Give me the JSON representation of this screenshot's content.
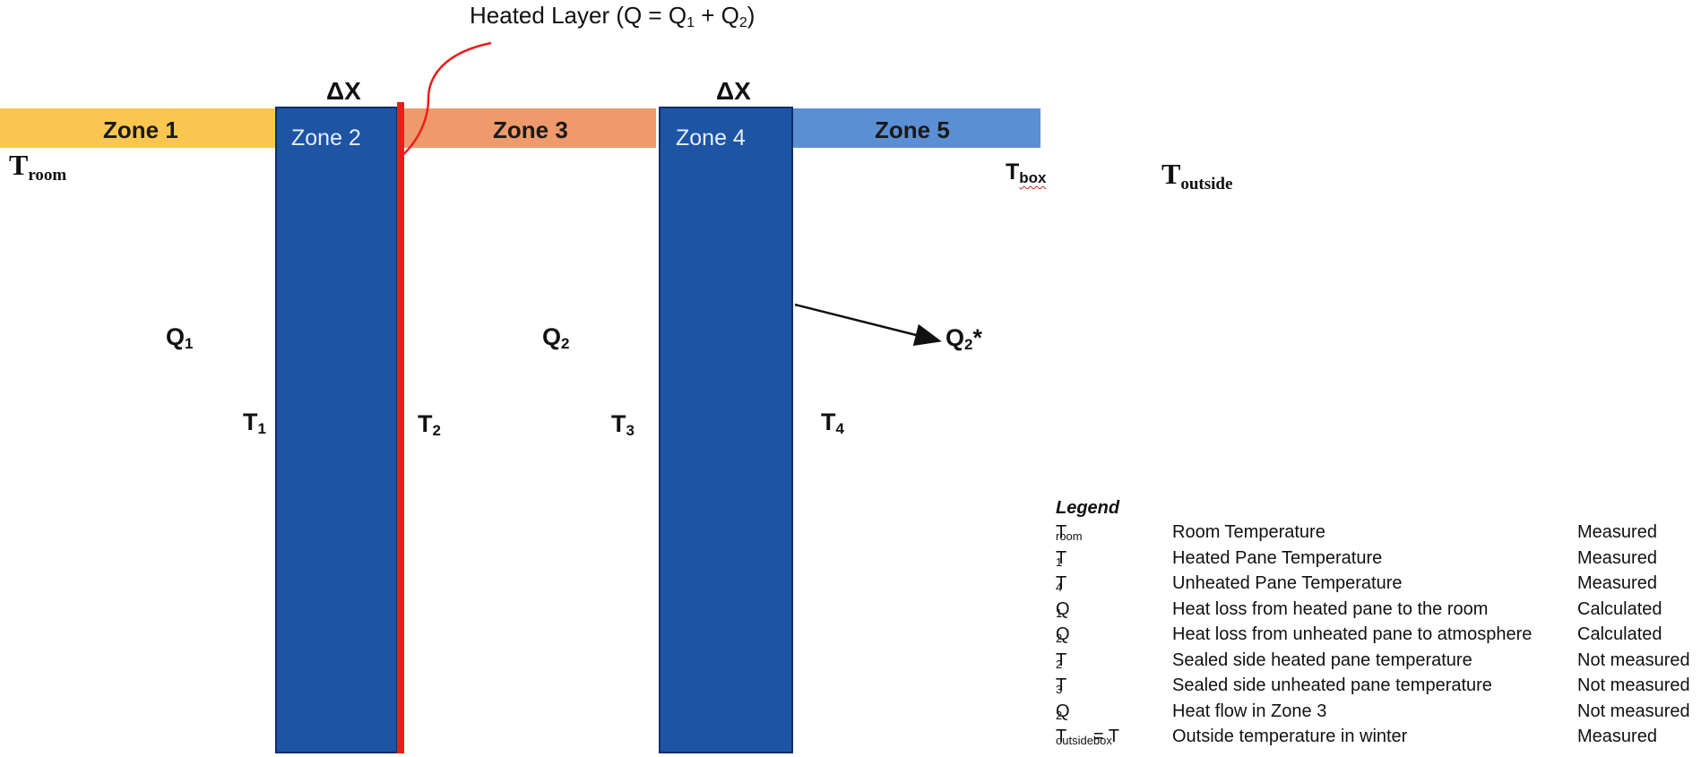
{
  "title": {
    "prefix": "Heated Layer (Q = Q",
    "sub1": "1",
    "mid": " + Q",
    "sub2": "2",
    "suffix": ")"
  },
  "zones": [
    {
      "label": "Zone 1",
      "color": "#f9c74f"
    },
    {
      "label": "Zone 2",
      "color": "#1e54a4"
    },
    {
      "label": "Zone 3",
      "color": "#ef9a6c"
    },
    {
      "label": "Zone 4",
      "color": "#1e54a4"
    },
    {
      "label": "Zone 5",
      "color": "#5b8fd3"
    }
  ],
  "delta_x": "ΔX",
  "heated_layer_color": "#ee1c1c",
  "labels": {
    "troom": {
      "main": "T",
      "sub": "room"
    },
    "tbox": {
      "main": "T",
      "sub": "box"
    },
    "toutside": {
      "main": "T",
      "sub": "outside"
    },
    "q1": {
      "main": "Q",
      "sub": "1"
    },
    "q2": {
      "main": "Q",
      "sub": "2"
    },
    "q2star": {
      "main": "Q",
      "sub": "2",
      "suffix": "*"
    },
    "t1": {
      "main": "T",
      "sub": "1"
    },
    "t2": {
      "main": "T",
      "sub": "2"
    },
    "t3": {
      "main": "T",
      "sub": "3"
    },
    "t4": {
      "main": "T",
      "sub": "4"
    }
  },
  "legend": {
    "title": "Legend",
    "rows": [
      {
        "sym": "T",
        "sub": "room",
        "extra": "",
        "desc": "Room Temperature",
        "status": "Measured"
      },
      {
        "sym": "T",
        "sub": "1",
        "extra": "",
        "desc": "Heated Pane Temperature",
        "status": "Measured"
      },
      {
        "sym": "T",
        "sub": "4",
        "extra": "",
        "desc": "Unheated Pane Temperature",
        "status": "Measured"
      },
      {
        "sym": "Q",
        "sub": "1",
        "extra": "",
        "desc": "Heat loss from heated pane to the room",
        "status": "Calculated"
      },
      {
        "sym": "Q",
        "sub": "2",
        "extra": "",
        "desc": "Heat loss from unheated pane to atmosphere",
        "status": "Calculated"
      },
      {
        "sym": "T",
        "sub": "2",
        "extra": "",
        "desc": "Sealed side heated pane temperature",
        "status": "Not measured"
      },
      {
        "sym": "T",
        "sub": "3",
        "extra": "",
        "desc": "Sealed side unheated pane temperature",
        "status": "Not measured"
      },
      {
        "sym": "Q",
        "sub": "2",
        "extra": "",
        "desc": "Heat flow in Zone 3",
        "status": "Not measured"
      },
      {
        "sym": "T",
        "sub": "outside",
        "extra": " = T",
        "extra_sub": "box",
        "desc": "Outside temperature in winter",
        "status": "Measured"
      }
    ]
  }
}
